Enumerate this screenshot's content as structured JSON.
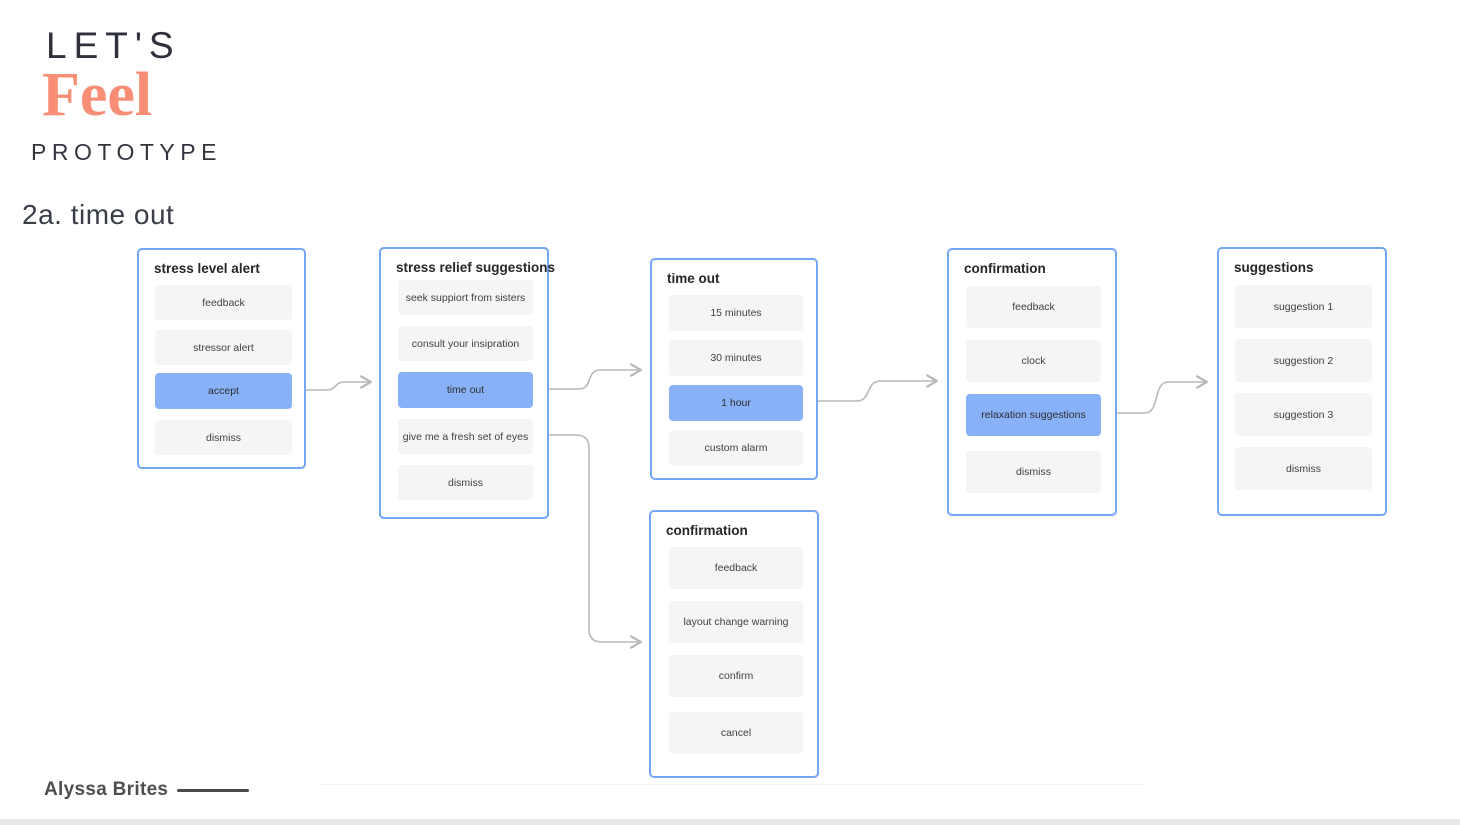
{
  "logo": {
    "line1": "LET'S",
    "line2": "Feel",
    "line3": "PROTOTYPE"
  },
  "page_title": "2a. time out",
  "author": "Alyssa Brites",
  "colors": {
    "panel_border_blue": "#74a6f7",
    "highlight_blue": "#88b1f7",
    "button_gray": "#f5f5f6",
    "brand_salmon": "#f98e76",
    "arrow_gray": "#b9b9b9",
    "heading_dark": "#3a3e49"
  },
  "panels": [
    {
      "title": "stress level alert",
      "active_button": "accept",
      "buttons": [
        "feedback",
        "stressor alert",
        "accept",
        "dismiss"
      ]
    },
    {
      "title": "stress relief suggestions",
      "active_button": "time out",
      "buttons": [
        "seek suppiort from sisters",
        "consult your insipration",
        "time out",
        "give me a fresh set of eyes",
        "dismiss"
      ]
    },
    {
      "title": "time out",
      "active_button": "1 hour",
      "buttons": [
        "15 minutes",
        "30 minutes",
        "1 hour",
        "custom alarm"
      ]
    },
    {
      "title": "confirmation",
      "active_button": "relaxation suggestions",
      "buttons": [
        "feedback",
        "clock",
        "relaxation suggestions",
        "dismiss"
      ]
    },
    {
      "title": "suggestions",
      "active_button": null,
      "buttons": [
        "suggestion 1",
        "suggestion 2",
        "suggestion 3",
        "dismiss"
      ]
    },
    {
      "title": "confirmation",
      "active_button": null,
      "buttons": [
        "feedback",
        "layout change warning",
        "confirm",
        "cancel"
      ]
    }
  ]
}
